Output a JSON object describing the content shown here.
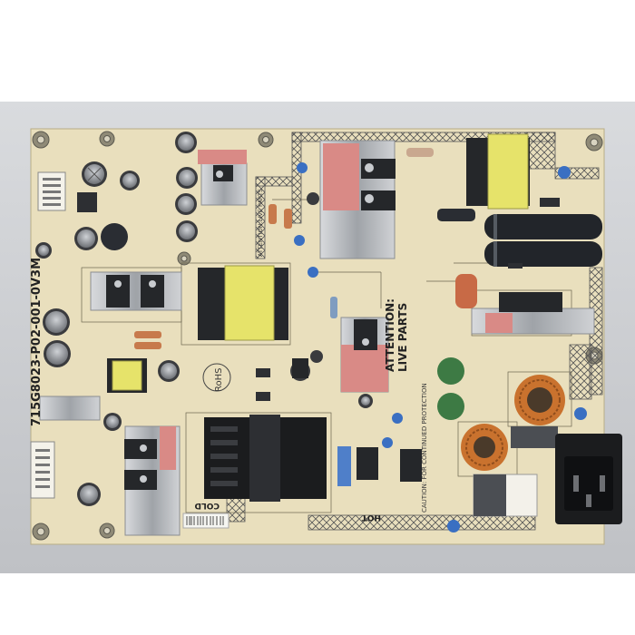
{
  "photo": {
    "subject": "",
    "board_part_number": "715G8023-P02-001-0V3M",
    "warning_label_line1": "ATTENTION:",
    "warning_label_line2": "LIVE PARTS",
    "rohs_mark": "RoHS",
    "hot_marker": "HOT",
    "cold_marker": "COLD",
    "caution_text": "CAUTION: FOR CONTINUED PROTECTION",
    "live_parts_border_text": "ATTENTION:LIVE PARTS",
    "colors": {
      "background": "#c9cbd0",
      "pcb": "#e9dfbd",
      "heatsink": "#b9bcc0",
      "transformer": "#e6e36a",
      "thermal_pad": "#d98a86",
      "capacitor_dark": "#2a2d33",
      "ferrite_copper": "#c9722e",
      "x_cap_green": "#3d7a44",
      "y_cap_blue": "#3a6fc2",
      "connector_black": "#1b1c1e"
    }
  }
}
